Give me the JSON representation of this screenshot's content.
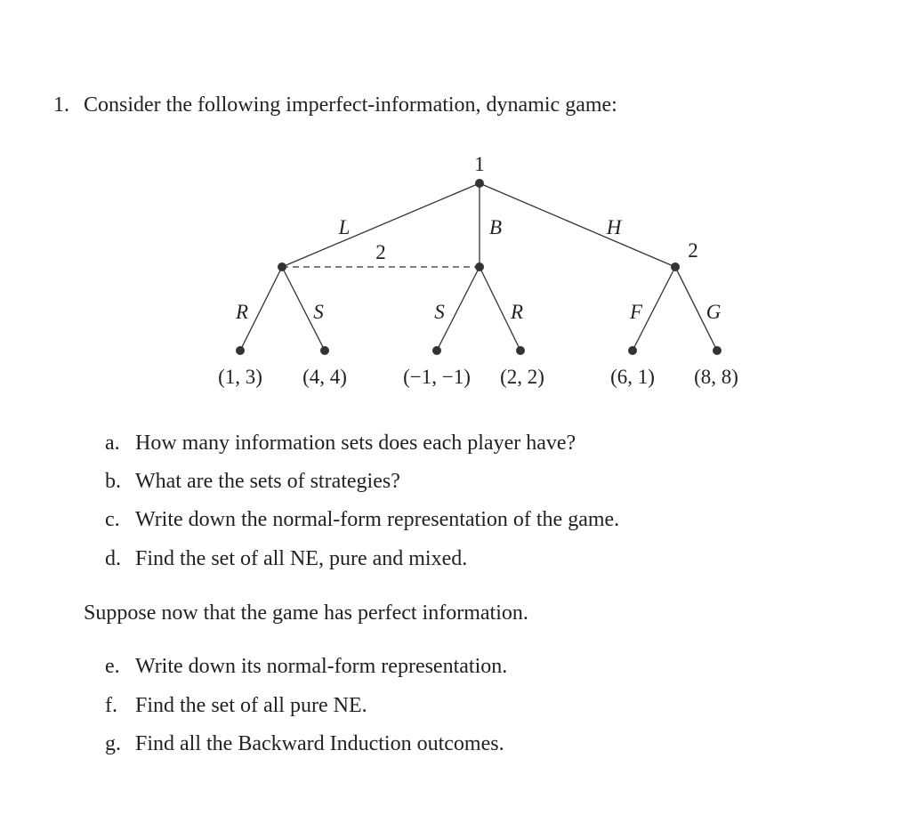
{
  "problem": {
    "number": "1.",
    "text": "Consider the following imperfect-information, dynamic game:"
  },
  "tree": {
    "root_player": "1",
    "actions_player1": [
      "L",
      "B",
      "H"
    ],
    "info_set_label": "2",
    "right_node_label": "2",
    "actions_left": [
      "R",
      "S"
    ],
    "actions_middle": [
      "S",
      "R"
    ],
    "actions_right": [
      "F",
      "G"
    ],
    "payoffs": [
      "(1, 3)",
      "(4, 4)",
      "(−1, −1)",
      "(2, 2)",
      "(6, 1)",
      "(8, 8)"
    ]
  },
  "questions_part1": [
    {
      "letter": "a.",
      "text": "How many information sets does each player have?"
    },
    {
      "letter": "b.",
      "text": "What are the sets of strategies?"
    },
    {
      "letter": "c.",
      "text": "Write down the normal-form representation of the game."
    },
    {
      "letter": "d.",
      "text": "Find the set of all NE, pure and mixed."
    }
  ],
  "transition": "Suppose now that the game has perfect information.",
  "questions_part2": [
    {
      "letter": "e.",
      "text": "Write down its normal-form representation."
    },
    {
      "letter": "f.",
      "text": "Find the set of all pure NE."
    },
    {
      "letter": "g.",
      "text": "Find all the Backward Induction outcomes."
    }
  ]
}
